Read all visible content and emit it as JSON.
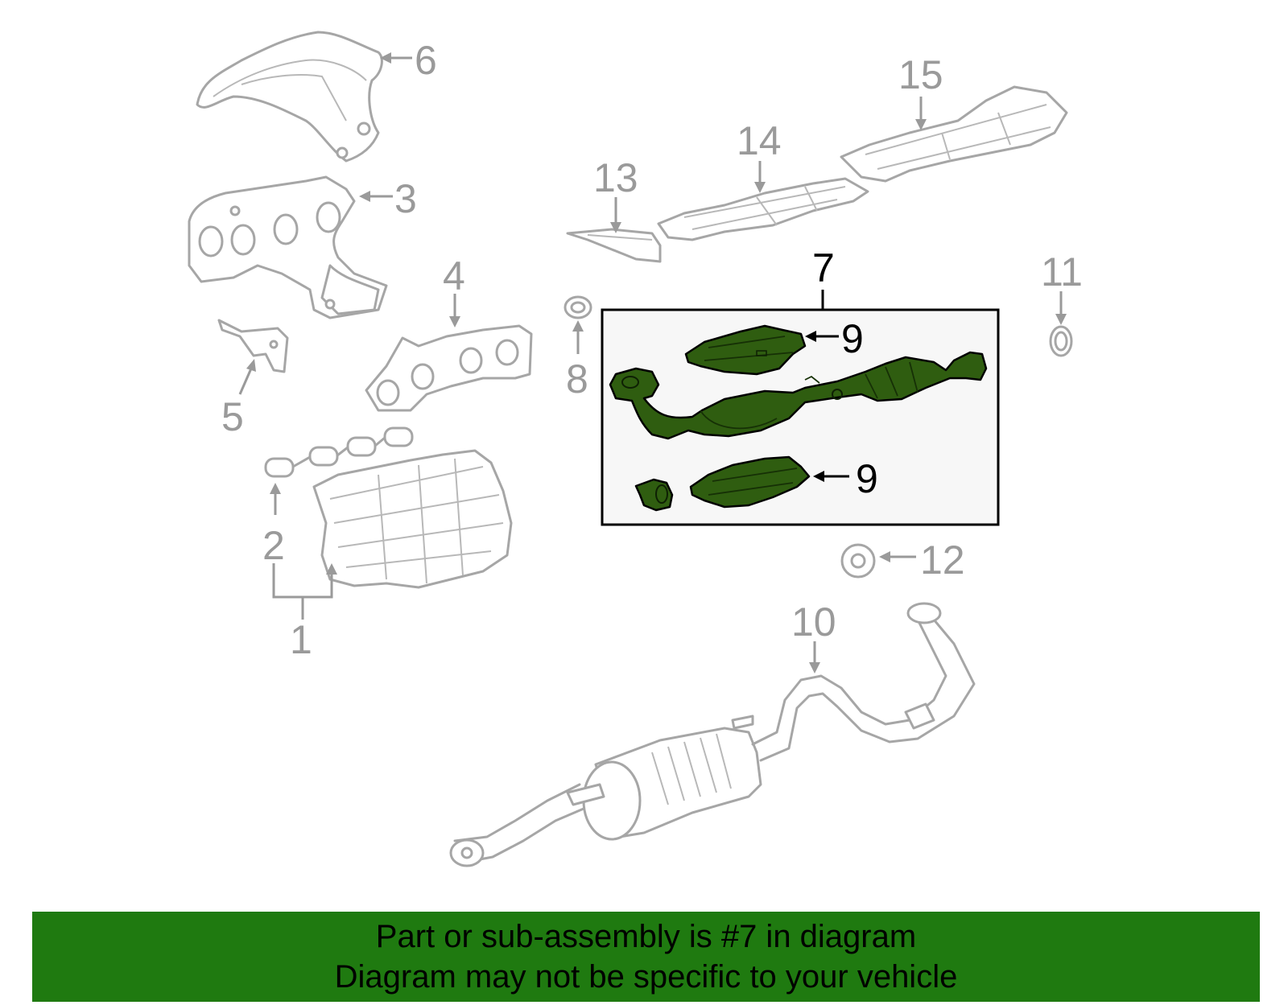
{
  "callouts": {
    "c1": "1",
    "c2": "2",
    "c3": "3",
    "c4": "4",
    "c5": "5",
    "c6": "6",
    "c7": "7",
    "c8": "8",
    "c9a": "9",
    "c9b": "9",
    "c10": "10",
    "c11": "11",
    "c12": "12",
    "c13": "13",
    "c14": "14",
    "c15": "15"
  },
  "highlight": {
    "part_number": "7",
    "color": "#2f5d10"
  },
  "banner": {
    "line1": "Part or sub-assembly is #7 in diagram",
    "line2": "Diagram may not be specific to your vehicle",
    "color": "#1f7a10"
  }
}
